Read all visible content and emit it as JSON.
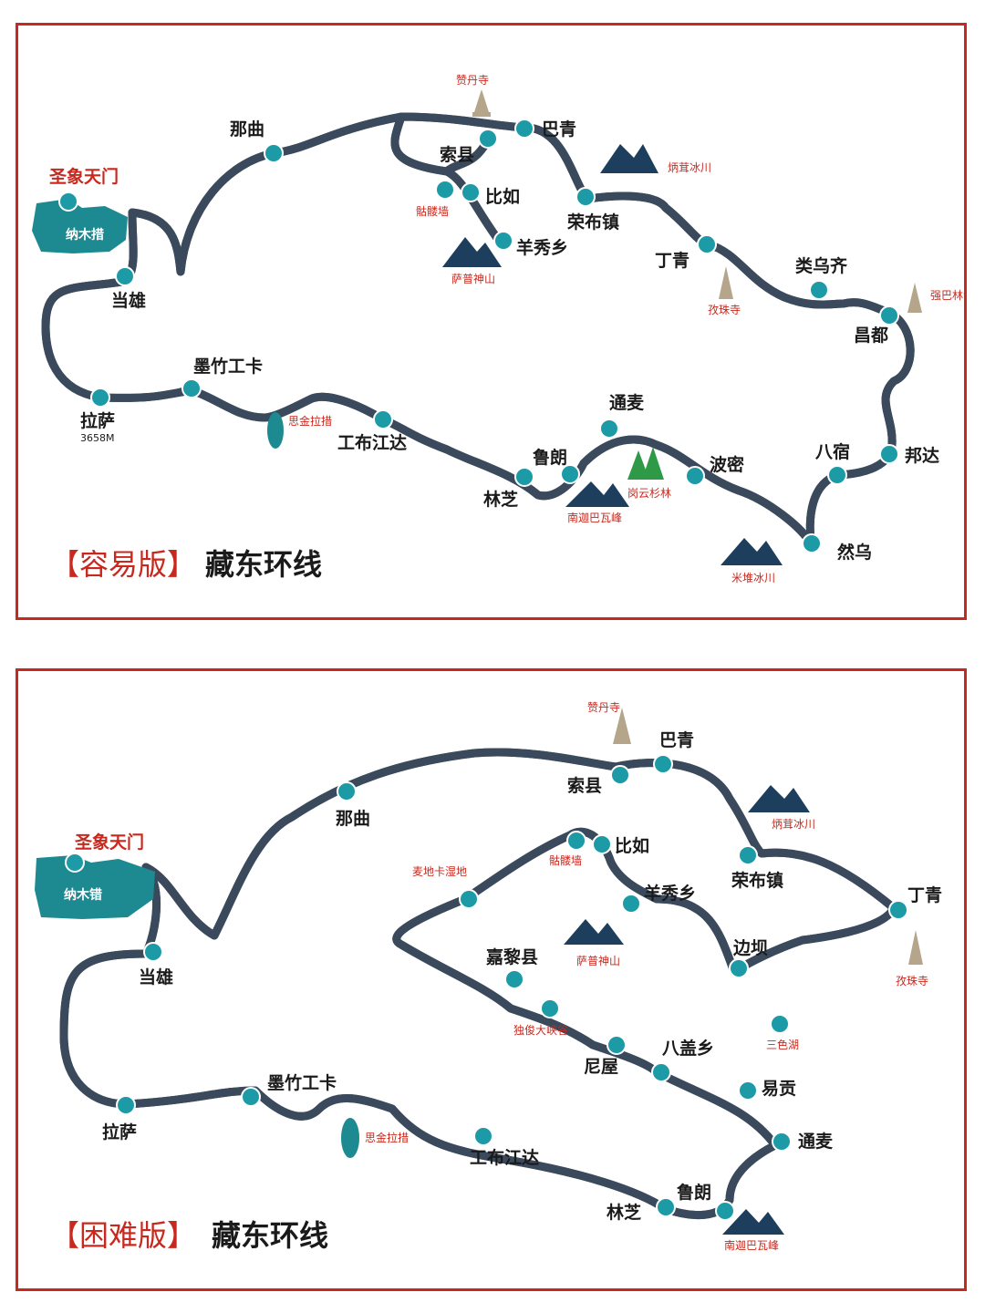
{
  "maps": {
    "easy": {
      "title_tag": "【容易版】",
      "title_text": "藏东环线",
      "lake": "纳木措",
      "highlight": "圣象天门",
      "stops": [
        "当雄",
        "拉萨",
        "墨竹工卡",
        "工布江达",
        "林芝",
        "鲁朗",
        "通麦",
        "波密",
        "然乌",
        "八宿",
        "邦达",
        "昌都",
        "类乌齐",
        "丁青",
        "荣布镇",
        "巴青",
        "索县",
        "比如",
        "羊秀乡",
        "那曲"
      ],
      "lhasa_altitude": "3658M",
      "landmarks": [
        "赞丹寺",
        "骷髅墙",
        "萨普神山",
        "炳茸冰川",
        "孜珠寺",
        "强巴林寺",
        "思金拉措",
        "南迦巴瓦峰",
        "岗云杉林",
        "米堆冰川"
      ]
    },
    "hard": {
      "title_tag": "【困难版】",
      "title_text": "藏东环线",
      "lake": "纳木错",
      "highlight": "圣象天门",
      "stops": [
        "当雄",
        "拉萨",
        "墨竹工卡",
        "工布江达",
        "林芝",
        "鲁朗",
        "通麦",
        "易贡",
        "八盖乡",
        "尼屋",
        "独俊大峡谷",
        "嘉黎县",
        "麦地卡湿地",
        "骷髅墙",
        "比如",
        "羊秀乡",
        "边坝",
        "三色湖",
        "丁青",
        "荣布镇",
        "巴青",
        "索县",
        "那曲"
      ],
      "landmarks": [
        "赞丹寺",
        "萨普神山",
        "炳茸冰川",
        "孜珠寺",
        "思金拉措",
        "南迦巴瓦峰"
      ]
    }
  },
  "colors": {
    "border": "#c8281e",
    "road": "#3a4a5c",
    "pin": "#1c9aa6",
    "mountain": "#1d3e5c",
    "forest": "#2e9a48",
    "lake": "#1d8a92"
  }
}
